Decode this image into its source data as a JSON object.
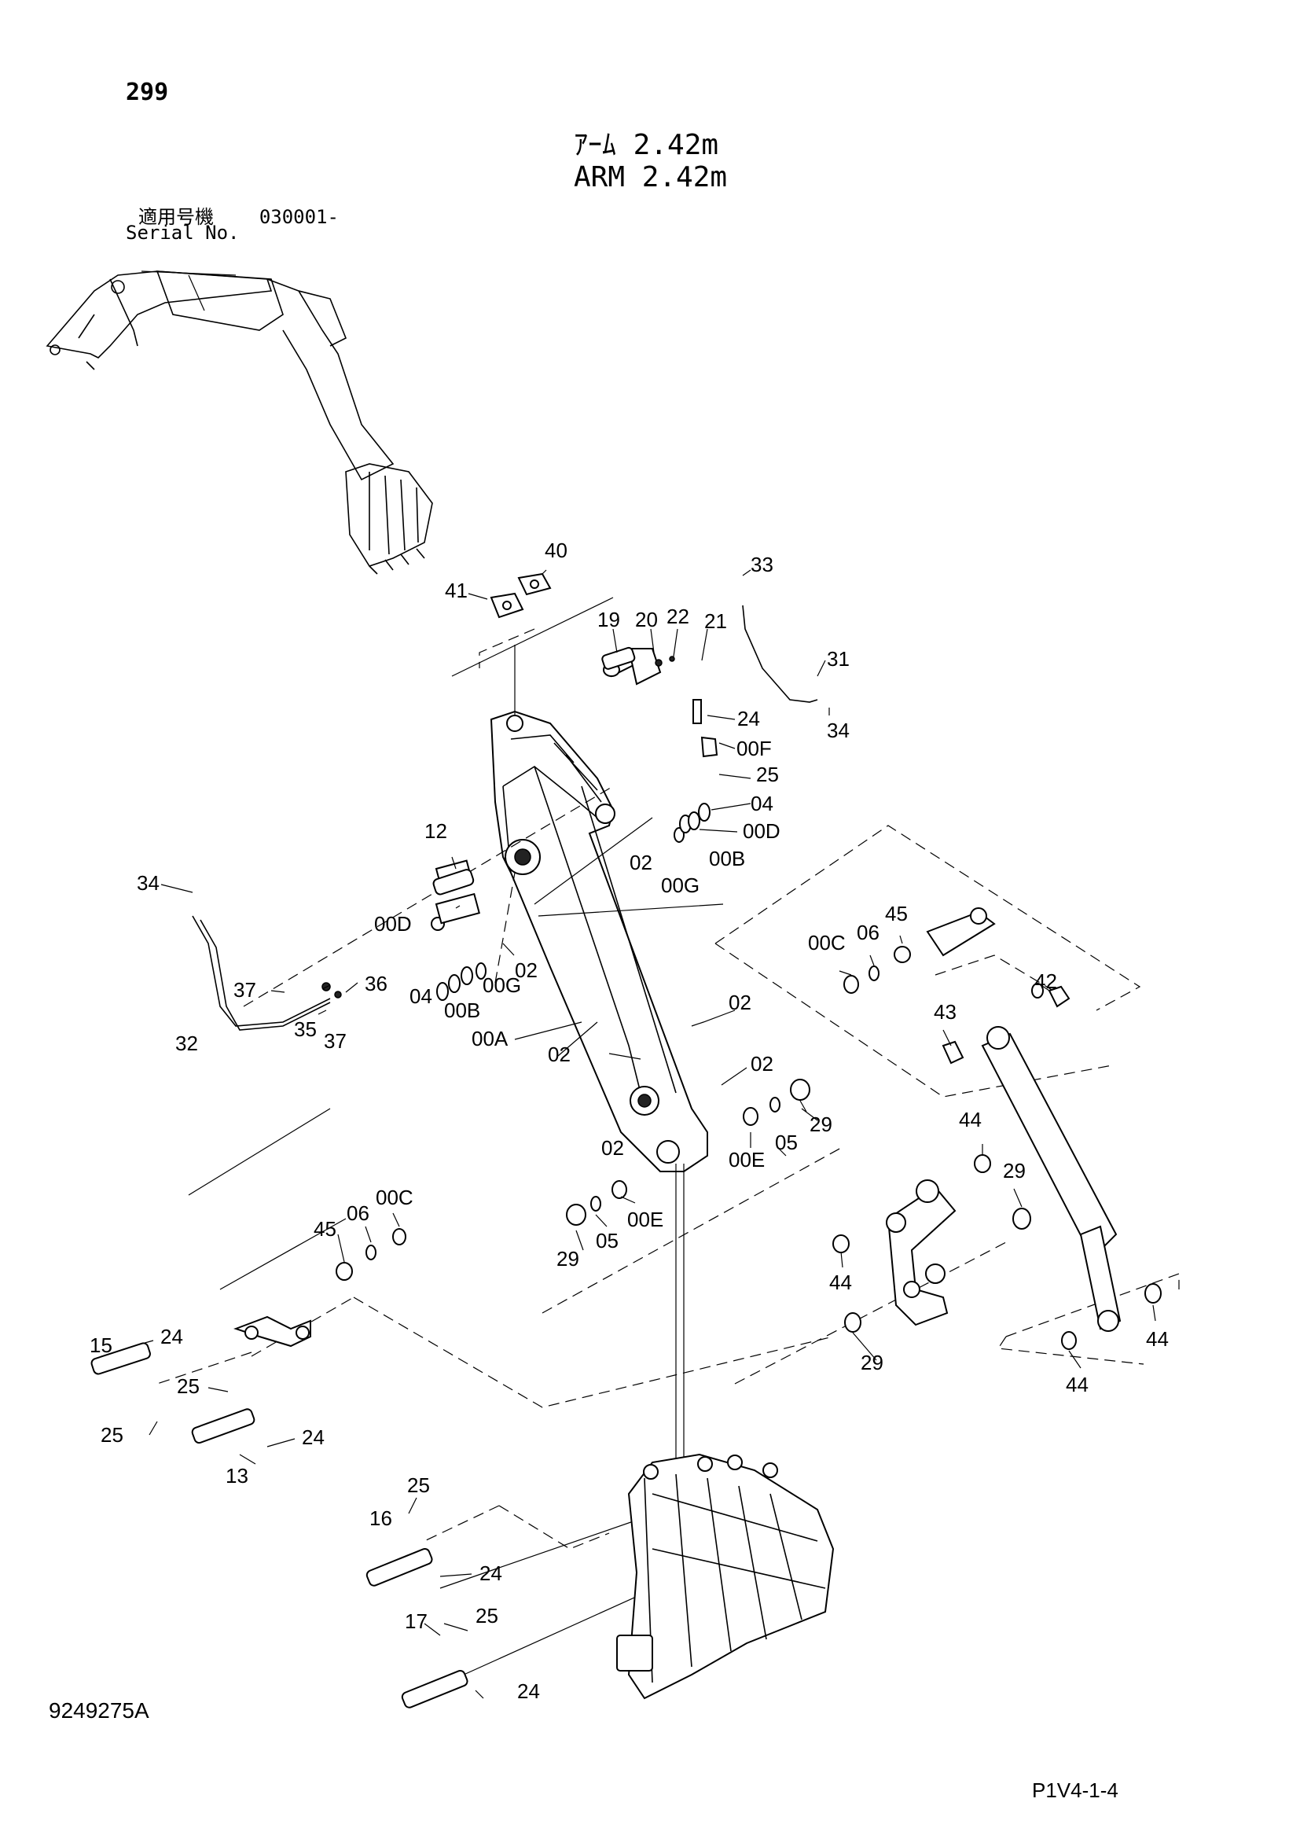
{
  "header": {
    "page_number": "299",
    "title_jp": "ｱｰﾑ 2.42m",
    "title_en": "ARM 2.42m",
    "serial_label_jp": "適用号機",
    "serial_value": "030001-",
    "serial_label_en": "Serial No."
  },
  "footer": {
    "drawing_number": "9249275A",
    "page_ref": "P1V4-1-4"
  },
  "part_labels": {
    "p40": "40",
    "p41": "41",
    "p33": "33",
    "p19": "19",
    "p20": "20",
    "p22": "22",
    "p21": "21",
    "p31": "31",
    "p24a": "24",
    "p34a": "34",
    "p00F": "00F",
    "p25a": "25",
    "p04a": "04",
    "p00Da": "00D",
    "p00Ba": "00B",
    "p02a": "02",
    "p00Ga": "00G",
    "p12": "12",
    "p34b": "34",
    "p00Db": "00D",
    "p02b": "02",
    "p04b": "04",
    "p00Bb": "00B",
    "p00Gb": "00G",
    "p37a": "37",
    "p36": "36",
    "p35": "35",
    "p37b": "37",
    "p32": "32",
    "p00A": "00A",
    "p02c": "02",
    "p02d": "02",
    "p02e": "02",
    "p02f": "02",
    "p00Ca": "00C",
    "p06a": "06",
    "p45a": "45",
    "p42": "42",
    "p43": "43",
    "p29a": "29",
    "p05a": "05",
    "p00Ea": "00E",
    "p44a": "44",
    "p29b": "29",
    "p29c": "29",
    "p05b": "05",
    "p00Eb": "00E",
    "p44b": "44",
    "p29d": "29",
    "p44c": "44",
    "p44d": "44",
    "p00Cb": "00C",
    "p06b": "06",
    "p45b": "45",
    "p15": "15",
    "p24b": "24",
    "p25b": "25",
    "p25c": "25",
    "p24c": "24",
    "p13": "13",
    "p25d": "25",
    "p16": "16",
    "p24d": "24",
    "p17": "17",
    "p25e": "25",
    "p24e": "24"
  }
}
